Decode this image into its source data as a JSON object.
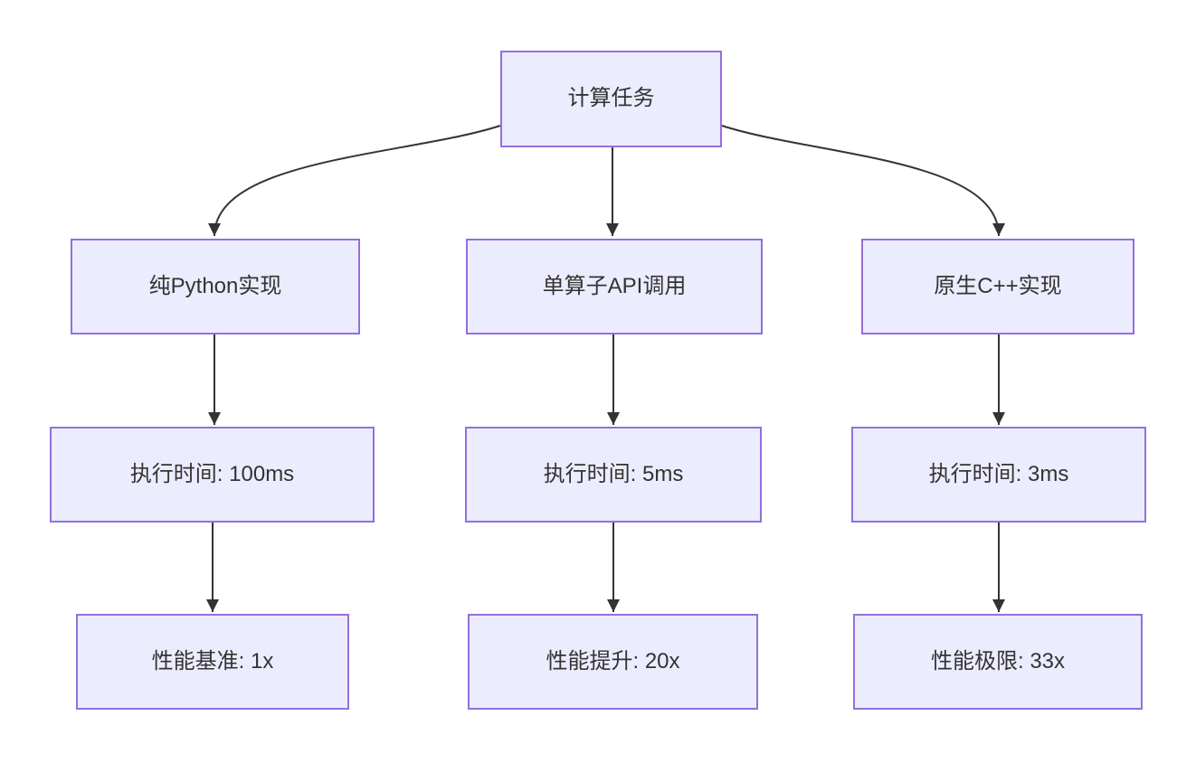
{
  "diagram": {
    "type": "flowchart",
    "direction": "top-down",
    "colors": {
      "background": "#FFFFFF",
      "node_fill": "#ECECFF",
      "node_border": "#9370DB",
      "edge": "#333333",
      "text": "#333333"
    },
    "nodes": {
      "task": {
        "label": "计算任务"
      },
      "pure_python": {
        "label": "纯Python实现"
      },
      "api_call": {
        "label": "单算子API调用"
      },
      "native_cpp": {
        "label": "原生C++实现"
      },
      "time_python": {
        "label": "执行时间: 100ms"
      },
      "time_api": {
        "label": "执行时间: 5ms"
      },
      "time_cpp": {
        "label": "执行时间: 3ms"
      },
      "perf_python": {
        "label": "性能基准: 1x"
      },
      "perf_api": {
        "label": "性能提升: 20x"
      },
      "perf_cpp": {
        "label": "性能极限: 33x"
      }
    },
    "edges": [
      {
        "from": "计算任务",
        "to": "纯Python实现"
      },
      {
        "from": "计算任务",
        "to": "单算子API调用"
      },
      {
        "from": "计算任务",
        "to": "原生C++实现"
      },
      {
        "from": "纯Python实现",
        "to": "执行时间: 100ms"
      },
      {
        "from": "单算子API调用",
        "to": "执行时间: 5ms"
      },
      {
        "from": "原生C++实现",
        "to": "执行时间: 3ms"
      },
      {
        "from": "执行时间: 100ms",
        "to": "性能基准: 1x"
      },
      {
        "from": "执行时间: 5ms",
        "to": "性能提升: 20x"
      },
      {
        "from": "执行时间: 3ms",
        "to": "性能极限: 33x"
      }
    ]
  }
}
